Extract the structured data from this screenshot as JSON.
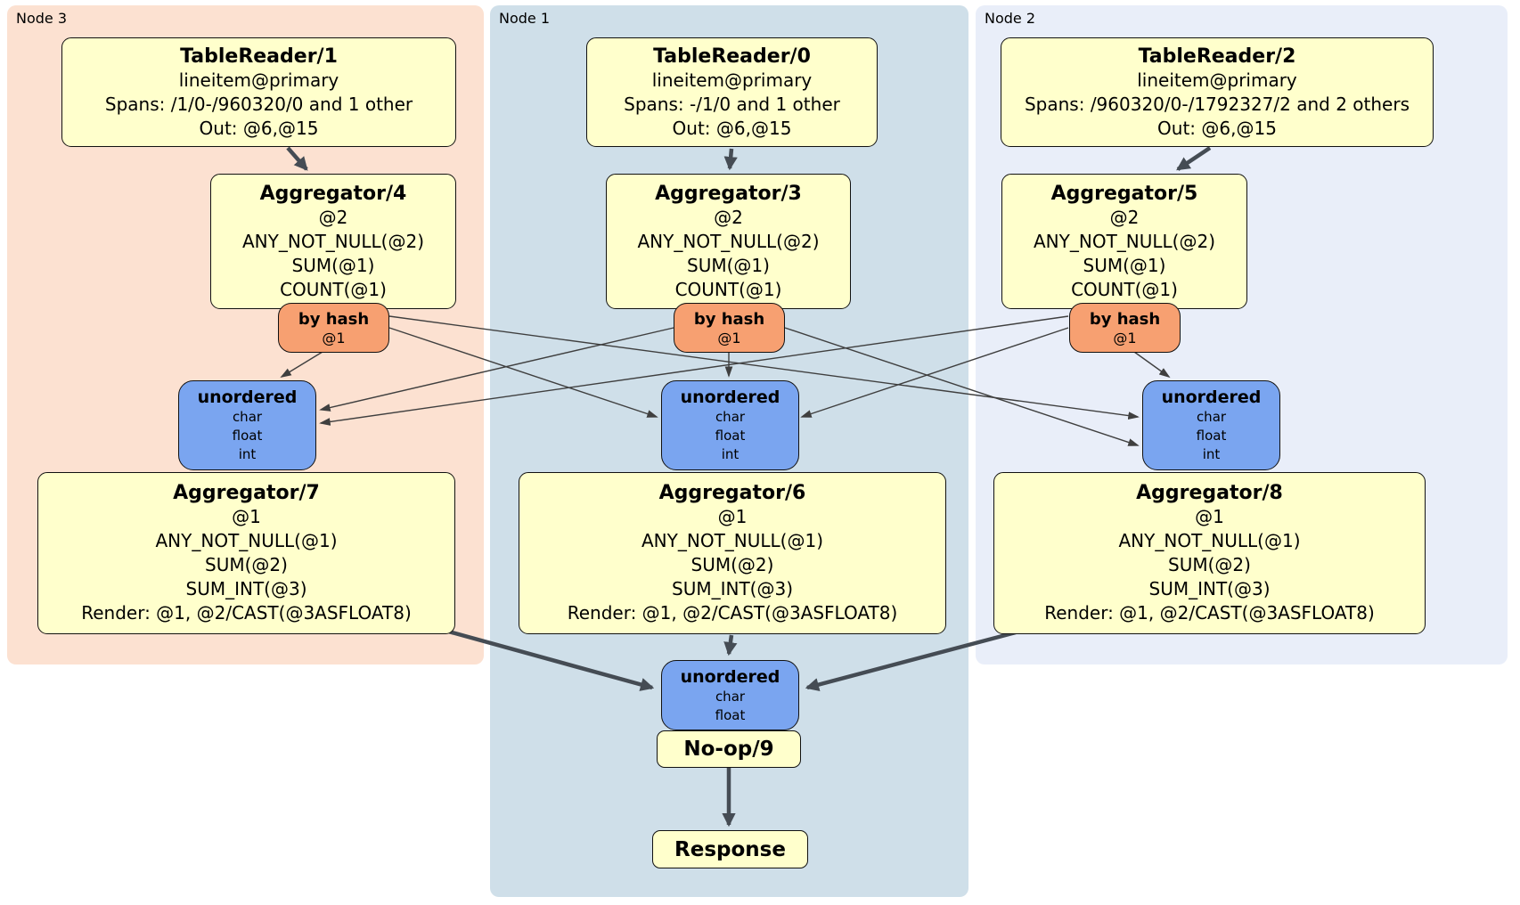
{
  "panels": [
    {
      "label": "Node 3",
      "bg": "#fce1d1"
    },
    {
      "label": "Node 1",
      "bg": "#cfdfe9"
    },
    {
      "label": "Node 2",
      "bg": "#e9eef9"
    }
  ],
  "processors": {
    "tr1": {
      "title": "TableReader/1",
      "lines": [
        "lineitem@primary",
        "Spans: /1/0-/960320/0 and 1 other",
        "Out: @6,@15"
      ]
    },
    "tr0": {
      "title": "TableReader/0",
      "lines": [
        "lineitem@primary",
        "Spans: -/1/0 and 1 other",
        "Out: @6,@15"
      ]
    },
    "tr2": {
      "title": "TableReader/2",
      "lines": [
        "lineitem@primary",
        "Spans: /960320/0-/1792327/2 and 2 others",
        "Out: @6,@15"
      ]
    },
    "agg4": {
      "title": "Aggregator/4",
      "lines": [
        "@2",
        "ANY_NOT_NULL(@2)",
        "SUM(@1)",
        "COUNT(@1)"
      ]
    },
    "agg3": {
      "title": "Aggregator/3",
      "lines": [
        "@2",
        "ANY_NOT_NULL(@2)",
        "SUM(@1)",
        "COUNT(@1)"
      ]
    },
    "agg5": {
      "title": "Aggregator/5",
      "lines": [
        "@2",
        "ANY_NOT_NULL(@2)",
        "SUM(@1)",
        "COUNT(@1)"
      ]
    },
    "agg7": {
      "title": "Aggregator/7",
      "lines": [
        "@1",
        "ANY_NOT_NULL(@1)",
        "SUM(@2)",
        "SUM_INT(@3)",
        "Render: @1, @2/CAST(@3ASFLOAT8)"
      ]
    },
    "agg6": {
      "title": "Aggregator/6",
      "lines": [
        "@1",
        "ANY_NOT_NULL(@1)",
        "SUM(@2)",
        "SUM_INT(@3)",
        "Render: @1, @2/CAST(@3ASFLOAT8)"
      ]
    },
    "agg8": {
      "title": "Aggregator/8",
      "lines": [
        "@1",
        "ANY_NOT_NULL(@1)",
        "SUM(@2)",
        "SUM_INT(@3)",
        "Render: @1, @2/CAST(@3ASFLOAT8)"
      ]
    },
    "noop": {
      "title": "No-op/9"
    },
    "response": {
      "title": "Response"
    }
  },
  "routers": [
    {
      "label": "by hash",
      "detail": "@1"
    },
    {
      "label": "by hash",
      "detail": "@1"
    },
    {
      "label": "by hash",
      "detail": "@1"
    }
  ],
  "streams": [
    {
      "label": "unordered",
      "columns": [
        "char",
        "float",
        "int"
      ]
    },
    {
      "label": "unordered",
      "columns": [
        "char",
        "float",
        "int"
      ]
    },
    {
      "label": "unordered",
      "columns": [
        "char",
        "float",
        "int"
      ]
    },
    {
      "label": "unordered",
      "columns": [
        "char",
        "float"
      ]
    }
  ],
  "colors": {
    "processor_fill": "#ffffcc",
    "router_fill": "#f7a071",
    "stream_fill": "#7aa5f0",
    "edge_thin": "#3f3f3f",
    "edge_thick": "#454c54",
    "node3_bg": "#fce1d1",
    "node1_bg": "#cfdfe9",
    "node2_bg": "#e9eef9"
  }
}
